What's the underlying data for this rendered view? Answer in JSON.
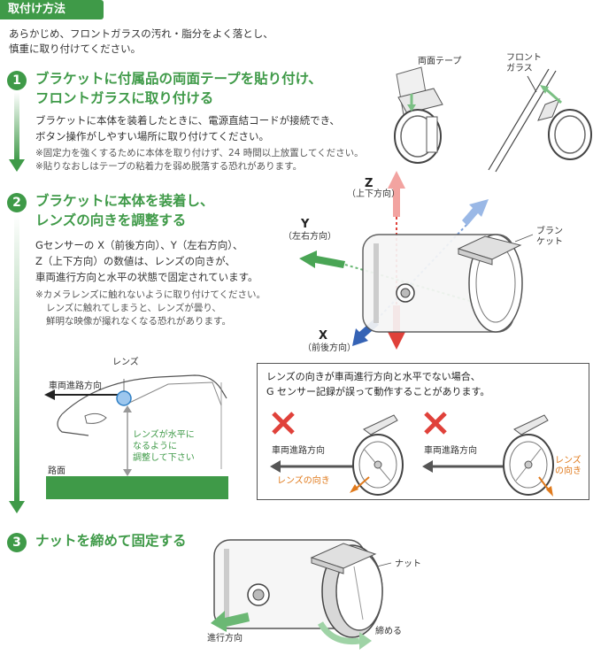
{
  "section_tag": "取付け方法",
  "intro": {
    "line1": "あらかじめ、フロントガラスの汚れ・脂分をよく落とし、",
    "line2": "慎重に取り付けてください。"
  },
  "steps": [
    {
      "number": "1",
      "title_line1": "ブラケットに付属品の両面テープを貼り付け、",
      "title_line2": "フロントガラスに取り付ける",
      "body_line1": "ブラケットに本体を装着したときに、電源直結コードが接続でき、",
      "body_line2": "ボタン操作がしやすい場所に取り付けてください。",
      "note1": "※固定力を強くするために本体を取り付けず、24 時間以上放置してください。",
      "note2": "※貼りなおしはテープの粘着力を弱め脱落する恐れがあります。"
    },
    {
      "number": "2",
      "title_line1": "ブラケットに本体を装着し、",
      "title_line2": "レンズの向きを調整する",
      "body_line1": "Gセンサーの X（前後方向）、Y（左右方向）、",
      "body_line2": "Z（上下方向）の数値は、レンズの向きが、",
      "body_line3": "車両進行方向と水平の状態で固定されています。",
      "note1": "※カメラレンズに触れないように取り付けてください。",
      "note2": "レンズに触れてしまうと、レンズが曇り、",
      "note3": "鮮明な映像が撮れなくなる恐れがあります。"
    },
    {
      "number": "3",
      "title_line1": "ナットを締めて固定する"
    }
  ],
  "fig1": {
    "tape_label": "両面テープ",
    "glass_label_line1": "フロント",
    "glass_label_line2": "ガラス"
  },
  "fig2": {
    "z_label": "Z",
    "z_sub": "（上下方向）",
    "y_label": "Y",
    "y_sub": "（左右方向）",
    "x_label": "X",
    "x_sub": "（前後方向）",
    "bracket_line1": "ブラン",
    "bracket_line2": "ケット"
  },
  "car_fig": {
    "lens_label": "レンズ",
    "direction_label": "車両進路方向",
    "horizontal_line1": "レンズが水平に",
    "horizontal_line2": "なるように",
    "horizontal_line3": "調整して下さい",
    "road_label": "路面"
  },
  "warning": {
    "line1": "レンズの向きが車両進行方向と水平でない場合、",
    "line2": "G センサー記録が誤って動作することがあります。",
    "left_direction": "車両進路方向",
    "left_lens": "レンズの向き",
    "right_direction": "車両進路方向",
    "right_lens_line1": "レンズ",
    "right_lens_line2": "の向き"
  },
  "fig3": {
    "nut_label": "ナット",
    "tighten_label": "締める",
    "direction_label": "進行方向"
  },
  "colors": {
    "green": "#3f9a48",
    "orange": "#e07a1c",
    "red": "#e0413a"
  }
}
